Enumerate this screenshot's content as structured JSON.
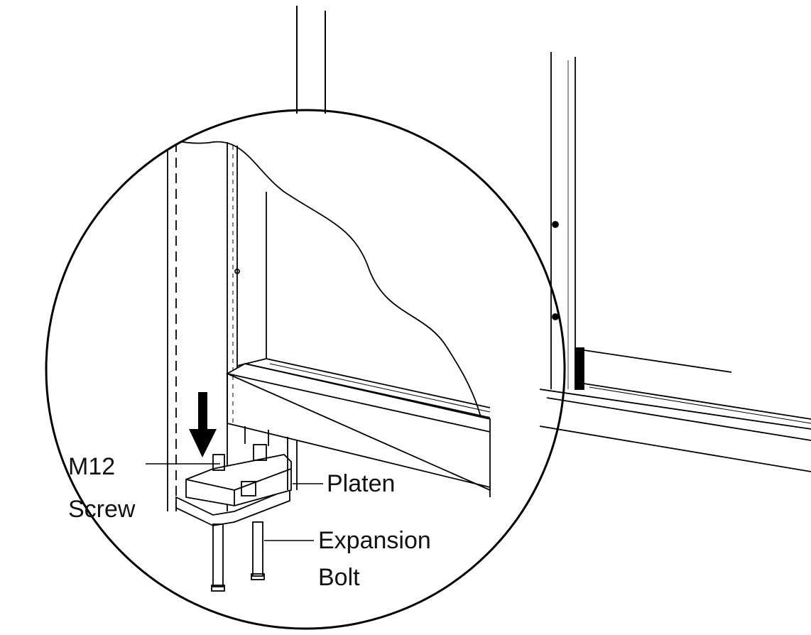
{
  "labels": {
    "m12_line1": "M12",
    "m12_line2": "Screw",
    "platen": "Platen",
    "expansion_line1": "Expansion",
    "expansion_line2": "Bolt"
  }
}
